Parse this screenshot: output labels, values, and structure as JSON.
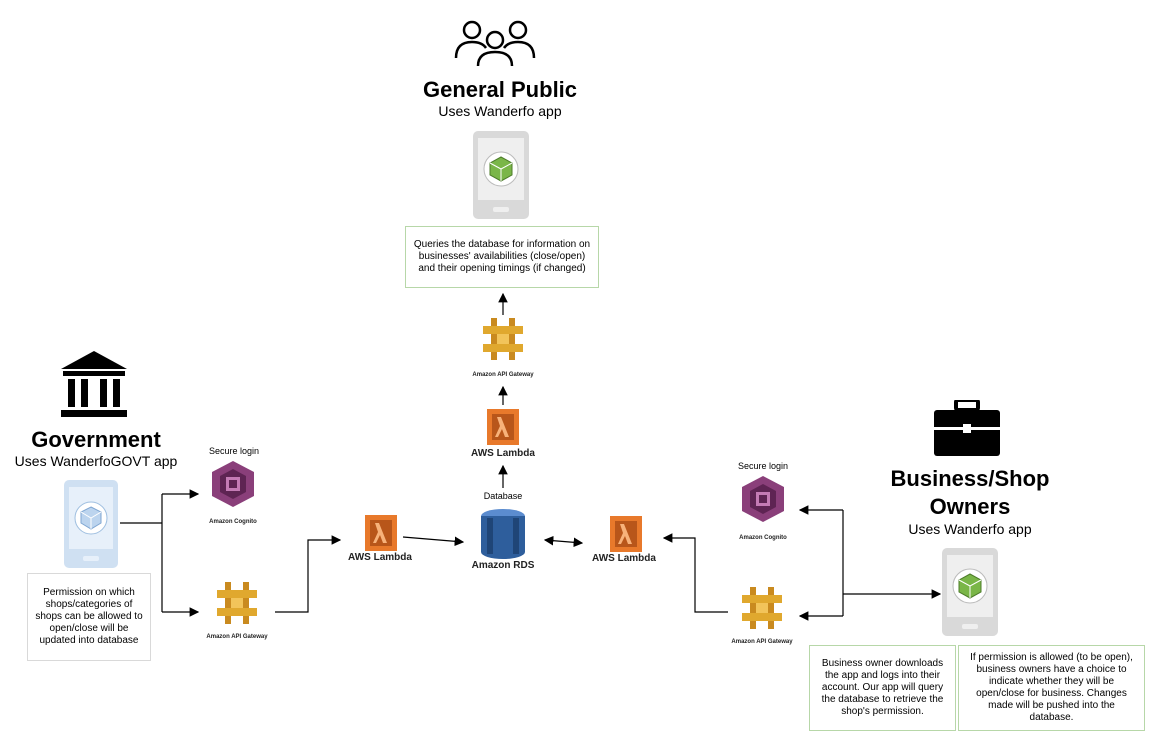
{
  "actors": {
    "public": {
      "title": "General Public",
      "subtitle": "Uses Wanderfo app"
    },
    "government": {
      "title": "Government",
      "subtitle": "Uses WanderfoGOVT app"
    },
    "business": {
      "title_line1": "Business/Shop",
      "title_line2": "Owners",
      "subtitle": "Uses Wanderfo app"
    }
  },
  "labels": {
    "secure_login_gov": "Secure login",
    "secure_login_biz": "Secure login",
    "database": "Database",
    "cognito": "Amazon Cognito",
    "api_gateway": "Amazon API Gateway",
    "lambda": "AWS Lambda",
    "rds": "Amazon RDS"
  },
  "notes": {
    "public_query": "Queries the database for information on businesses' availabilities (close/open) and their opening timings (if changed)",
    "gov_permission": "Permission on which shops/categories of shops can be allowed to open/close will be updated into database",
    "biz_login": "Business owner downloads the app and logs into their account. Our app will query the database to retrieve the shop's permission.",
    "biz_choice": "If permission is allowed (to be open), business owners have a choice to indicate whether they will be open/close for business. Changes made will be pushed into the database."
  },
  "icons": {
    "people": "people-icon",
    "building": "government-building-icon",
    "briefcase": "briefcase-icon",
    "phone": "phone-app-icon",
    "cognito": "cognito-icon",
    "gateway": "api-gateway-icon",
    "lambda": "lambda-icon",
    "rds": "rds-icon"
  },
  "colors": {
    "cognito": "#8a3f7a",
    "gateway": "#e0a82e",
    "lambda": "#e8792b",
    "rds": "#2e5e9c",
    "phone_gray": "#d9d9d9",
    "phone_blue": "#cfe0f2",
    "note_border": "#b7d7a8",
    "app_green": "#7ab648"
  }
}
